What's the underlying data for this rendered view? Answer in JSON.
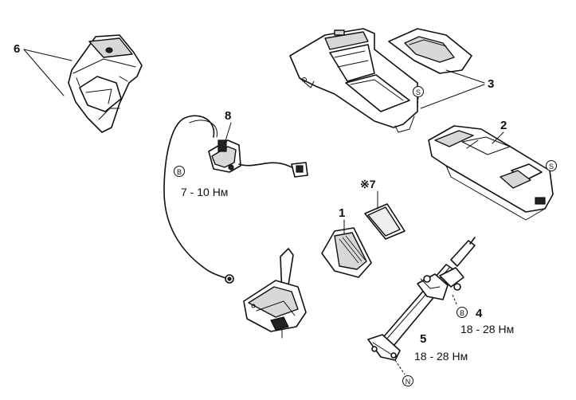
{
  "parts": [
    {
      "id": "1",
      "label": "1"
    },
    {
      "id": "2",
      "label": "2"
    },
    {
      "id": "3",
      "label": "3"
    },
    {
      "id": "4",
      "label": "4",
      "torque": "18 - 28 Нм",
      "fastener": "B"
    },
    {
      "id": "5",
      "label": "5",
      "torque": "18 - 28 Нм",
      "fastener": "N"
    },
    {
      "id": "6",
      "label": "6"
    },
    {
      "id": "7",
      "label": "※7"
    },
    {
      "id": "8",
      "label": "8",
      "torque": "7 - 10 Нм",
      "fastener": "B"
    }
  ],
  "markers": {
    "s_upper": "S",
    "s_right": "S"
  }
}
